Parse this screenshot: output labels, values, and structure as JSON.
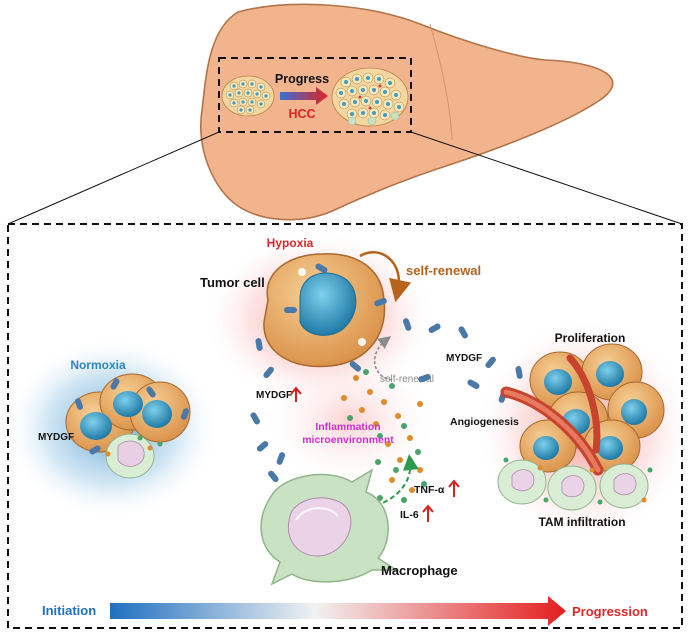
{
  "liver": {
    "progress_label": "Progress",
    "hcc_label": "HCC"
  },
  "panel": {
    "hypoxia": "Hypoxia",
    "tumor_cell": "Tumor cell",
    "self_renewal_main": "self-renewal",
    "self_renewal_small": "self-renewal",
    "normoxia": "Normoxia",
    "mydgf_left": "MYDGF",
    "mydgf_center": "MYDGF",
    "mydgf_right": "MYDGF",
    "inflammation_line1": "Inflammation",
    "inflammation_line2": "microenvironment",
    "tnf": "TNF-α",
    "il6": "IL-6",
    "macrophage": "Macrophage",
    "proliferation": "Proliferation",
    "angiogenesis": "Angiogenesis",
    "tam_infiltration": "TAM infiltration",
    "initiation": "Initiation",
    "progression": "Progression"
  },
  "colors": {
    "liver_fill": "#f2b48d",
    "cell_orange": "#e8a862",
    "nucleus_blue": "#3f9cc0",
    "mydgf_blue": "#4a78a8",
    "macrophage_green": "#c9e2c4",
    "hypoxia_red": "#e0262b",
    "normoxia_blue": "#2a86c0",
    "inflammation_magenta": "#cc33cc",
    "self_renewal_brown": "#b8631c",
    "up_arrow_red": "#d62020"
  }
}
